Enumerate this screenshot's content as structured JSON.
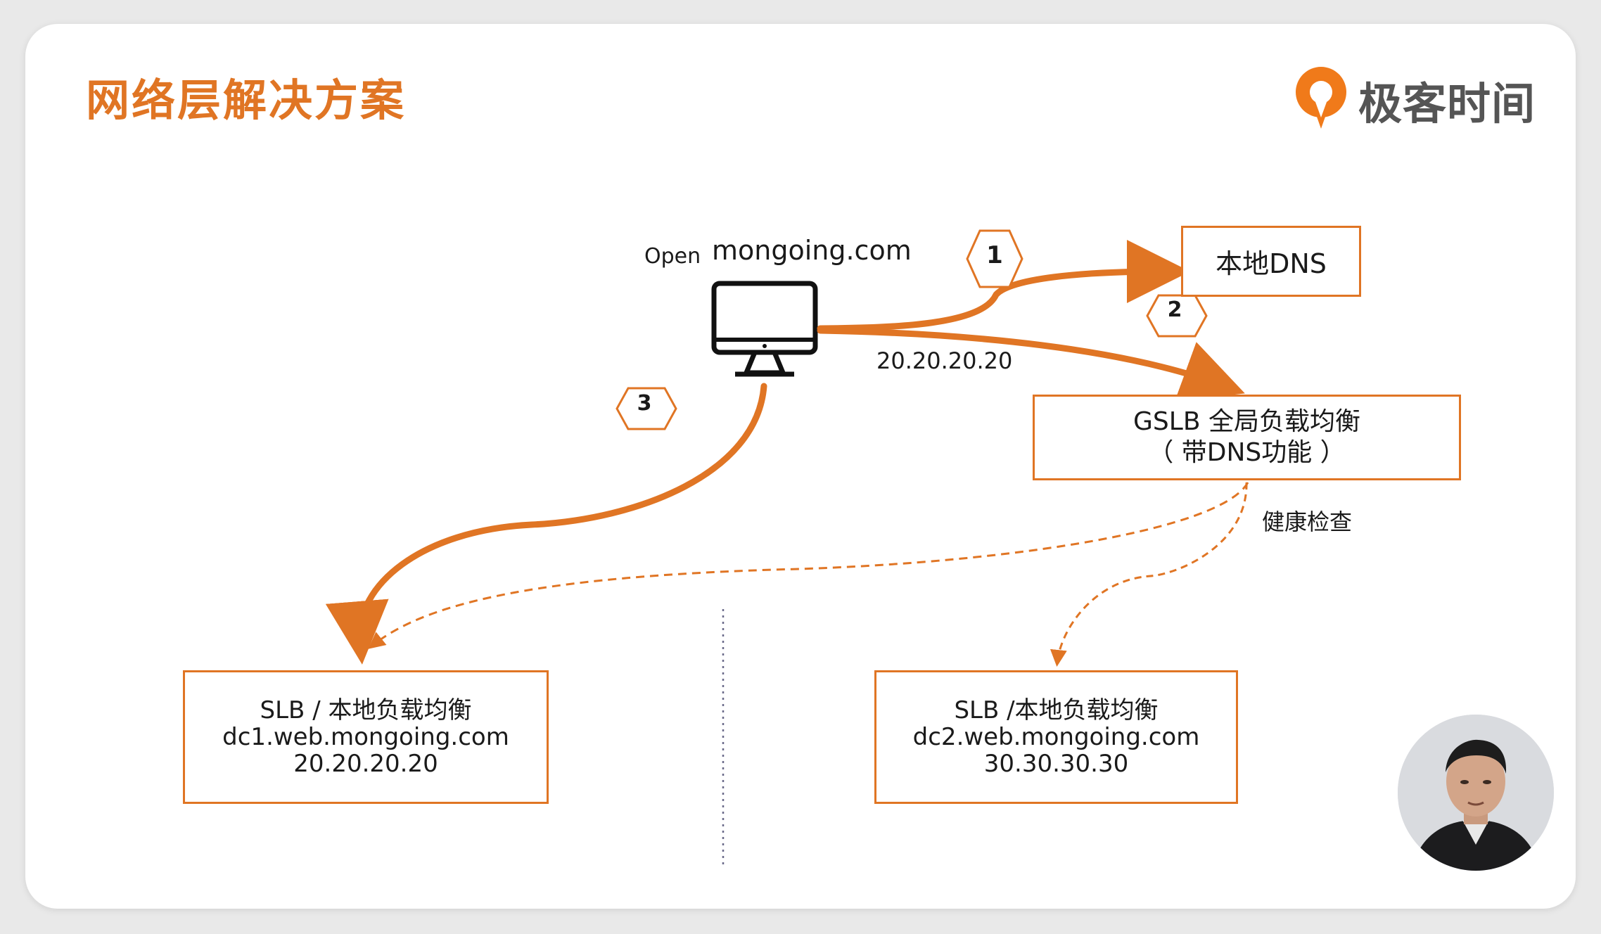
{
  "title": "网络层解决方案",
  "logo": {
    "text": "极客时间",
    "icon": "geektime-logo-icon",
    "color": "#f07a1a"
  },
  "colors": {
    "accent": "#e07524",
    "text": "#1a1a1a",
    "logo_text": "#555555"
  },
  "client": {
    "open_label": "Open",
    "domain": "mongoing.com",
    "icon": "computer-monitor-icon",
    "resolved_ip": "20.20.20.20"
  },
  "steps": [
    "1",
    "2",
    "3"
  ],
  "local_dns": {
    "label": "本地DNS"
  },
  "gslb": {
    "line1": "GSLB 全局负载均衡",
    "line2": "（ 带DNS功能 ）"
  },
  "health_check_label": "健康检查",
  "slb1": {
    "line1": "SLB / 本地负载均衡",
    "line2": "dc1.web.mongoing.com",
    "line3": "20.20.20.20"
  },
  "slb2": {
    "line1": "SLB /本地负载均衡",
    "line2": "dc2.web.mongoing.com",
    "line3": "30.30.30.30"
  },
  "presenter": {
    "icon": "presenter-video-avatar"
  }
}
